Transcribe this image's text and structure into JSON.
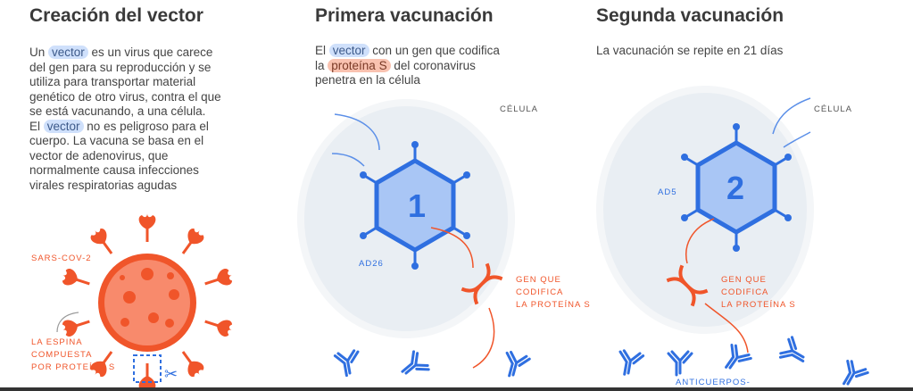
{
  "col1": {
    "title": "Creación del vector",
    "t1": "Un",
    "vector": "vector",
    "t2": " es un virus que carece del gen para su reproducción y se utiliza para transportar material genético de otro virus, contra el que se está vacunando, a una célula.",
    "t3": "El",
    "t4": " no es peligroso para el cuerpo. La vacuna se basa en el vector de adenovirus, que normalmente causa infecciones virales respiratorias agudas",
    "virus_label": "SARS-COV-2",
    "spine_label": [
      "LA ESPINA",
      "COMPUESTA",
      "POR PROTEÍNA S"
    ]
  },
  "col2": {
    "title": "Primera vacunación",
    "t1": "El",
    "vector": "vector",
    "t2": " con un gen que codifica",
    "t3": "la",
    "protein": "proteína S",
    "t4": " del coronavirus",
    "t5": "penetra en la célula",
    "cell_label": "CÉLULA",
    "number": "1",
    "vector_label": "AD26",
    "gene_label": [
      "GEN QUE",
      "CODIFICA",
      "LA PROTEÍNA S"
    ]
  },
  "col3": {
    "title": "Segunda vacunación",
    "text": "La vacunación se repite en 21 días",
    "cell_label": "CÉLULA",
    "number": "2",
    "vector_label": "AD5",
    "gene_label": [
      "GEN QUE",
      "CODIFICA",
      "LA PROTEÍNA S"
    ],
    "antibodies_label": "ANTICUERPOS-"
  },
  "colors": {
    "blue": "#2f6fe0",
    "orange": "#f0552a",
    "cell": "#e9eef3"
  }
}
